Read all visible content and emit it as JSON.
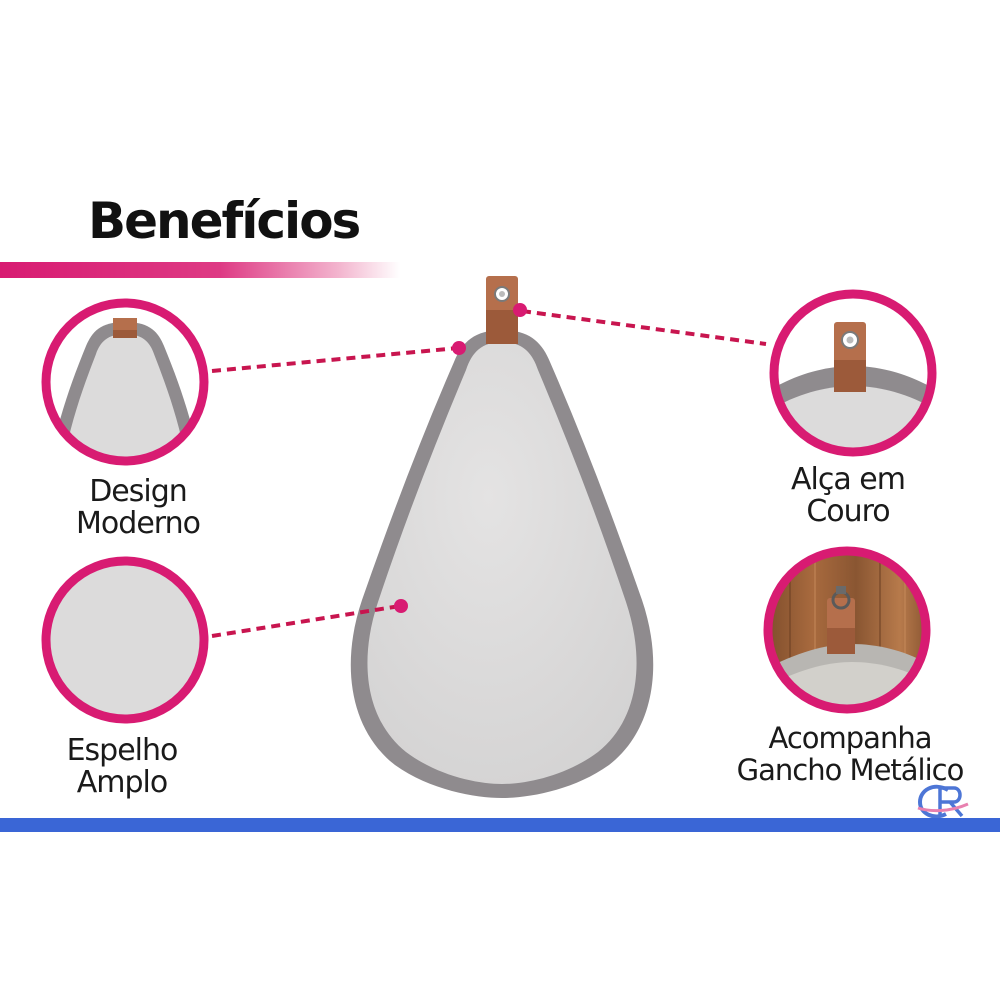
{
  "title": "Benefícios",
  "features": {
    "design": {
      "line1": "Design",
      "line2": "Moderno"
    },
    "espelho": {
      "line1": "Espelho",
      "line2": "Amplo"
    },
    "alca": {
      "line1": "Alça em",
      "line2": "Couro"
    },
    "gancho": {
      "line1": "Acompanha",
      "line2": "Gancho Metálico"
    }
  },
  "colors": {
    "accent": "#d81b72",
    "frame": "#8f8b8e",
    "mirror": "#dcdbdb",
    "leather": "#b56f4c",
    "bottom_bar": "#3a66d6"
  },
  "icons": {
    "watermark": "cr-logo-icon"
  }
}
